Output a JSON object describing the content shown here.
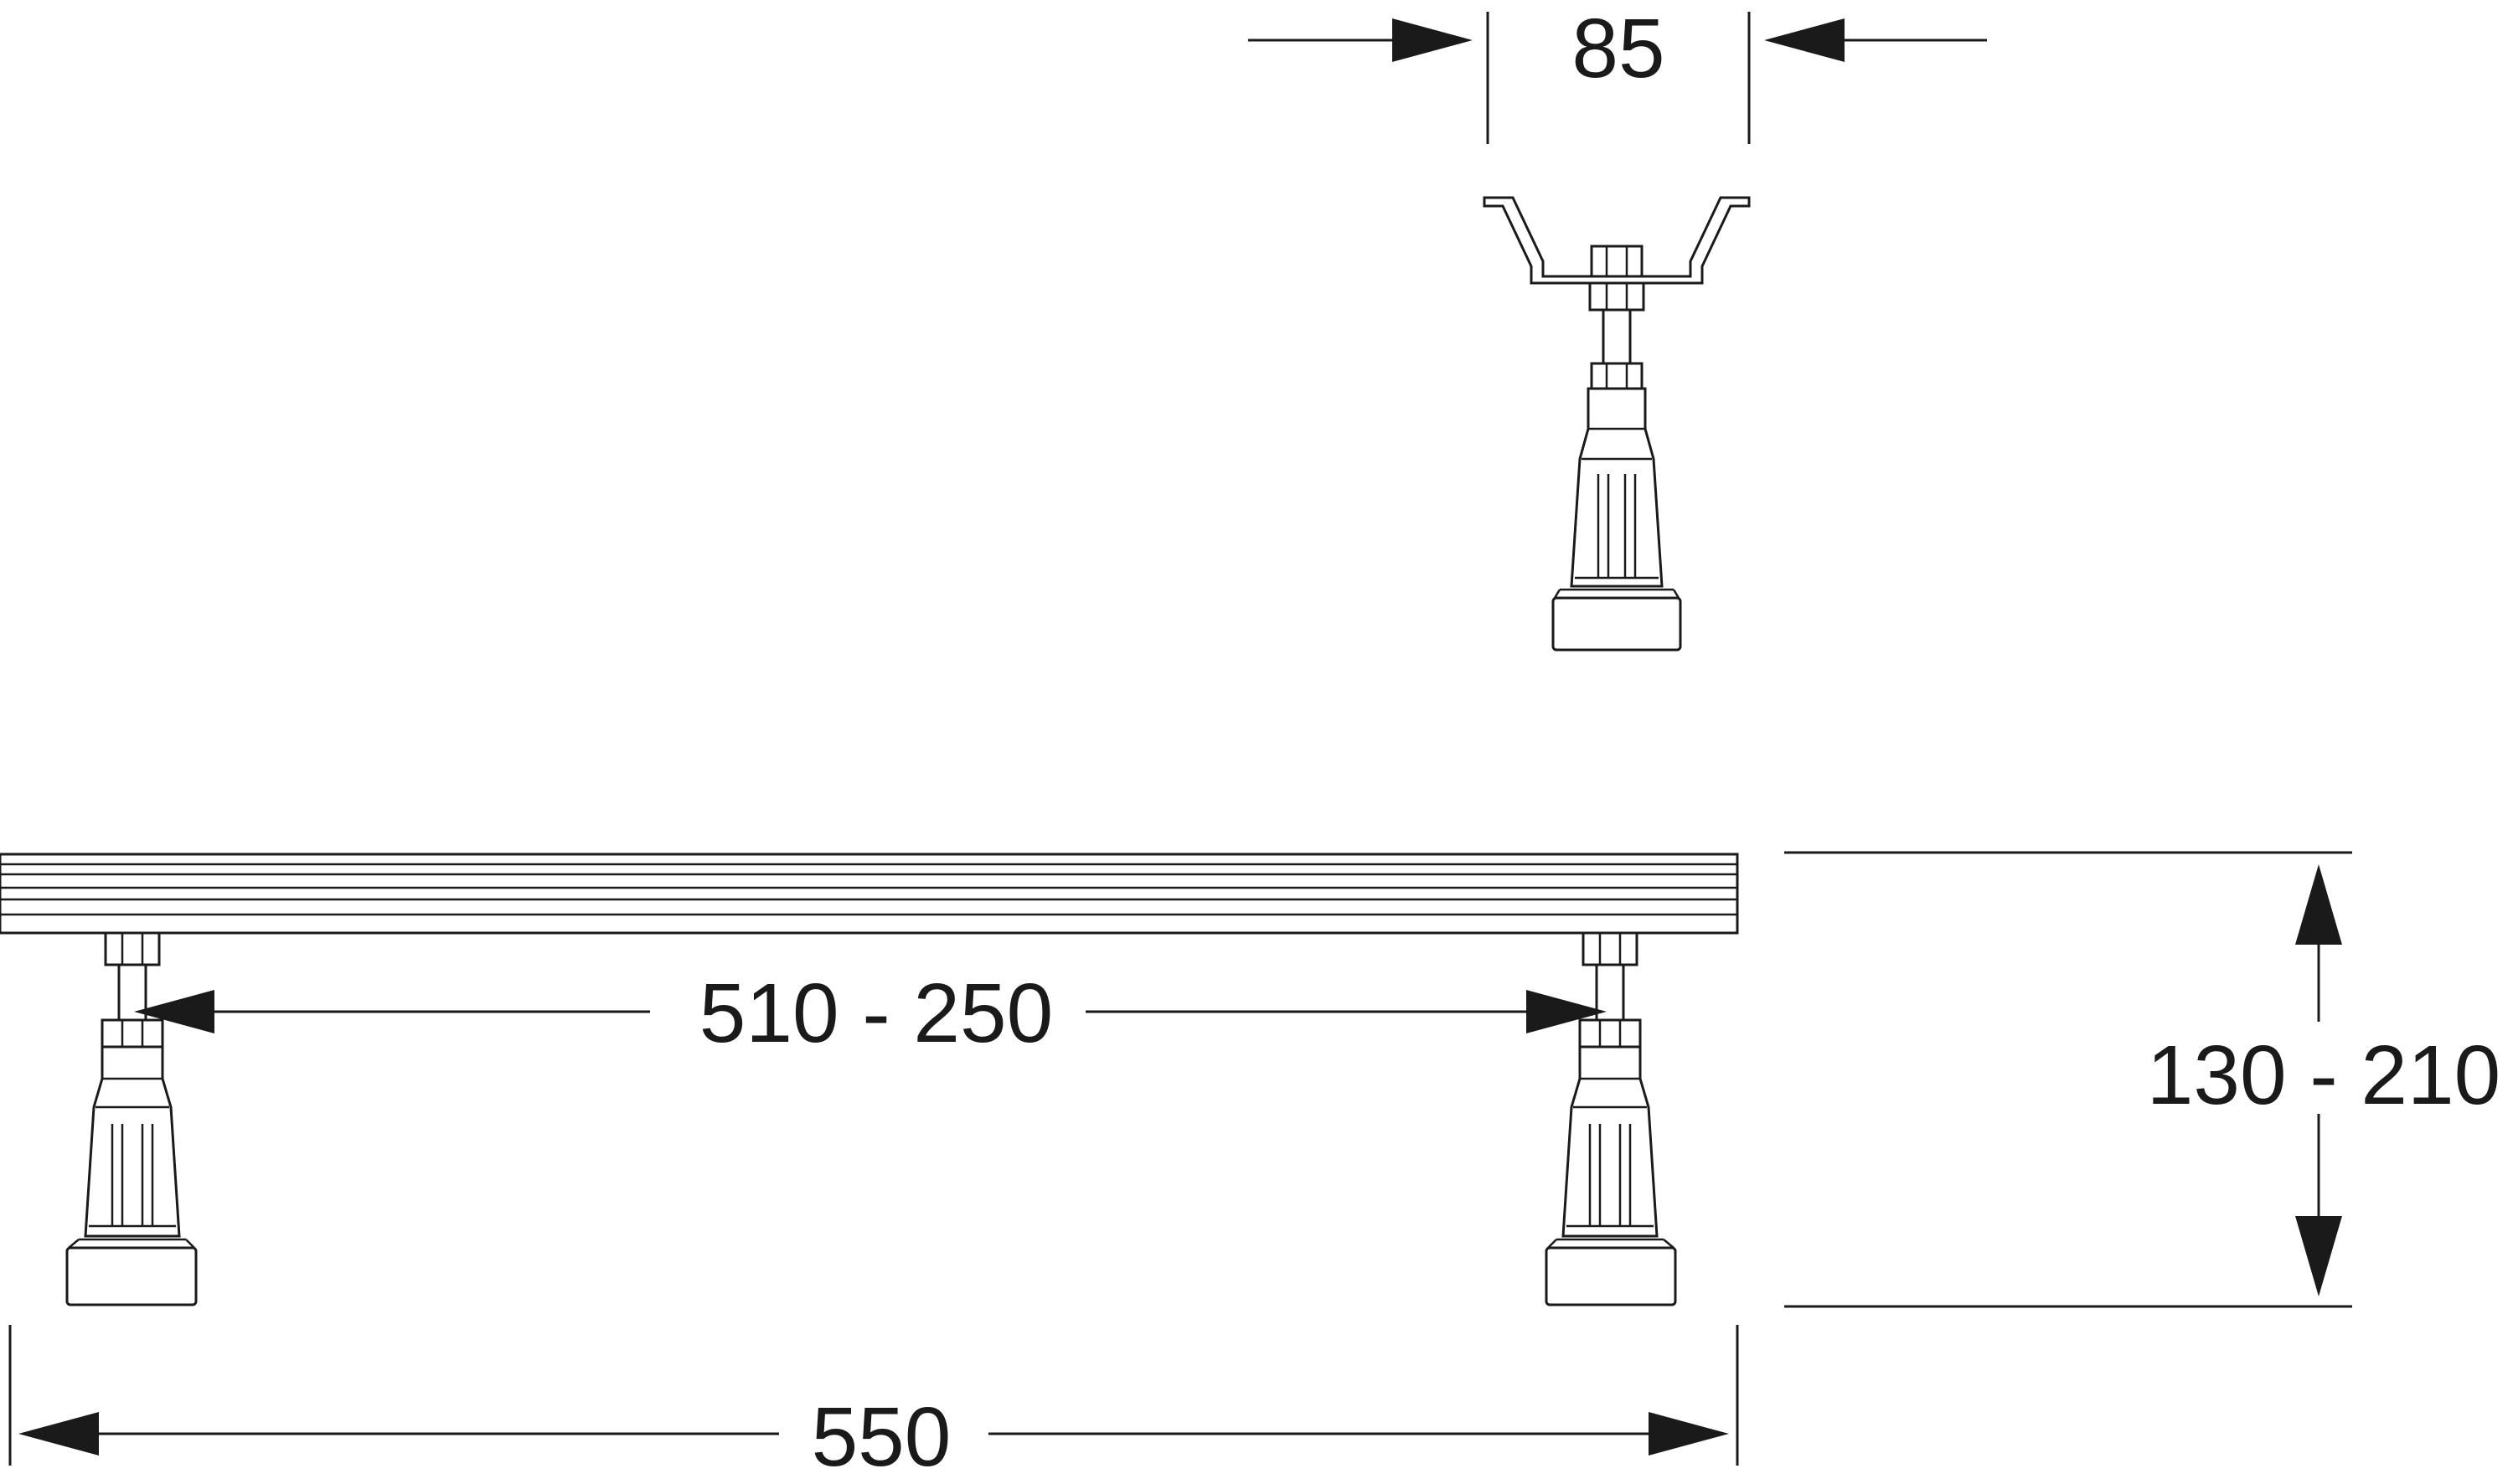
{
  "dimensions": {
    "top_width": "85",
    "leg_spacing": "510 - 250",
    "height_range": "130 - 210",
    "overall_length": "550"
  },
  "colors": {
    "line": "#1a1a1a",
    "background": "#ffffff"
  }
}
